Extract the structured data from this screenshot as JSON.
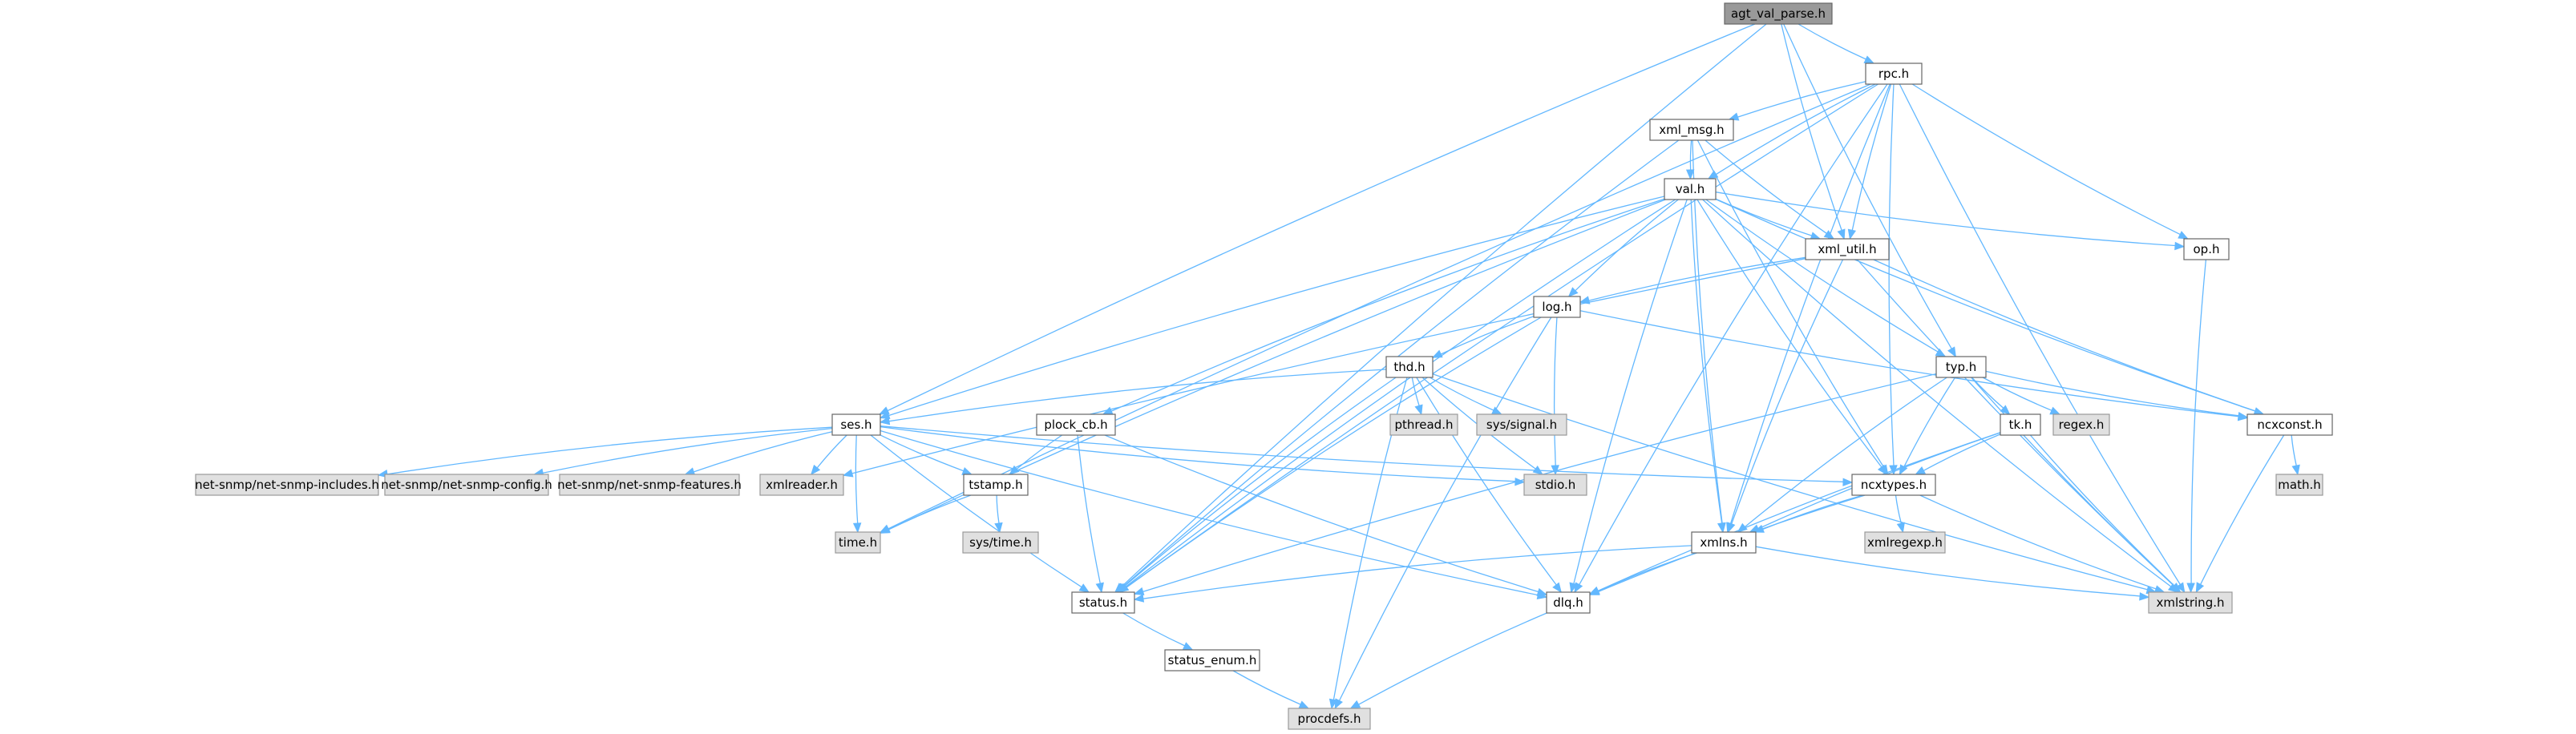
{
  "graph": {
    "nodes": [
      {
        "id": "agt_val_parse",
        "label": "agt_val_parse.h",
        "kind": "root"
      },
      {
        "id": "rpc",
        "label": "rpc.h",
        "kind": "local"
      },
      {
        "id": "xml_msg",
        "label": "xml_msg.h",
        "kind": "local"
      },
      {
        "id": "val",
        "label": "val.h",
        "kind": "local"
      },
      {
        "id": "xml_util",
        "label": "xml_util.h",
        "kind": "local"
      },
      {
        "id": "op",
        "label": "op.h",
        "kind": "local"
      },
      {
        "id": "log",
        "label": "log.h",
        "kind": "local"
      },
      {
        "id": "thd",
        "label": "thd.h",
        "kind": "local"
      },
      {
        "id": "typ",
        "label": "typ.h",
        "kind": "local"
      },
      {
        "id": "ses",
        "label": "ses.h",
        "kind": "local"
      },
      {
        "id": "plock_cb",
        "label": "plock_cb.h",
        "kind": "local"
      },
      {
        "id": "pthread",
        "label": "pthread.h",
        "kind": "ext"
      },
      {
        "id": "sys_signal",
        "label": "sys/signal.h",
        "kind": "ext"
      },
      {
        "id": "regex",
        "label": "regex.h",
        "kind": "ext"
      },
      {
        "id": "tk",
        "label": "tk.h",
        "kind": "local"
      },
      {
        "id": "ncxconst",
        "label": "ncxconst.h",
        "kind": "local"
      },
      {
        "id": "netsnmp_includes",
        "label": "net-snmp/net-snmp-includes.h",
        "kind": "ext"
      },
      {
        "id": "netsnmp_config",
        "label": "net-snmp/net-snmp-config.h",
        "kind": "ext"
      },
      {
        "id": "netsnmp_features",
        "label": "net-snmp/net-snmp-features.h",
        "kind": "ext"
      },
      {
        "id": "xmlreader",
        "label": "xmlreader.h",
        "kind": "ext"
      },
      {
        "id": "tstamp",
        "label": "tstamp.h",
        "kind": "local"
      },
      {
        "id": "stdio",
        "label": "stdio.h",
        "kind": "ext"
      },
      {
        "id": "ncxtypes",
        "label": "ncxtypes.h",
        "kind": "local"
      },
      {
        "id": "math",
        "label": "math.h",
        "kind": "ext"
      },
      {
        "id": "time",
        "label": "time.h",
        "kind": "ext"
      },
      {
        "id": "sys_time",
        "label": "sys/time.h",
        "kind": "ext"
      },
      {
        "id": "xmlns",
        "label": "xmlns.h",
        "kind": "local"
      },
      {
        "id": "xmlregexp",
        "label": "xmlregexp.h",
        "kind": "ext"
      },
      {
        "id": "status",
        "label": "status.h",
        "kind": "local"
      },
      {
        "id": "dlq",
        "label": "dlq.h",
        "kind": "local"
      },
      {
        "id": "xmlstring",
        "label": "xmlstring.h",
        "kind": "ext"
      },
      {
        "id": "status_enum",
        "label": "status_enum.h",
        "kind": "local"
      },
      {
        "id": "procdefs",
        "label": "procdefs.h",
        "kind": "ext"
      }
    ],
    "edges": [
      [
        "agt_val_parse",
        "rpc"
      ],
      [
        "agt_val_parse",
        "ses"
      ],
      [
        "agt_val_parse",
        "xml_util"
      ],
      [
        "agt_val_parse",
        "typ"
      ],
      [
        "agt_val_parse",
        "status"
      ],
      [
        "rpc",
        "xml_msg"
      ],
      [
        "rpc",
        "val"
      ],
      [
        "rpc",
        "xml_util"
      ],
      [
        "rpc",
        "op"
      ],
      [
        "rpc",
        "status"
      ],
      [
        "rpc",
        "time"
      ],
      [
        "rpc",
        "ncxtypes"
      ],
      [
        "rpc",
        "xmlns"
      ],
      [
        "rpc",
        "dlq"
      ],
      [
        "rpc",
        "xmlstring"
      ],
      [
        "xml_msg",
        "val"
      ],
      [
        "xml_msg",
        "xml_util"
      ],
      [
        "xml_msg",
        "ncxtypes"
      ],
      [
        "xml_msg",
        "xmlns"
      ],
      [
        "xml_msg",
        "status"
      ],
      [
        "val",
        "xml_util"
      ],
      [
        "val",
        "op"
      ],
      [
        "val",
        "log"
      ],
      [
        "val",
        "typ"
      ],
      [
        "val",
        "ses"
      ],
      [
        "val",
        "plock_cb"
      ],
      [
        "val",
        "ncxconst"
      ],
      [
        "val",
        "ncxtypes"
      ],
      [
        "val",
        "xmlns"
      ],
      [
        "val",
        "status"
      ],
      [
        "val",
        "dlq"
      ],
      [
        "val",
        "time"
      ],
      [
        "val",
        "xmlstring"
      ],
      [
        "xml_util",
        "log"
      ],
      [
        "xml_util",
        "ncxconst"
      ],
      [
        "xml_util",
        "xmlns"
      ],
      [
        "xml_util",
        "xmlreader"
      ],
      [
        "xml_util",
        "xmlstring"
      ],
      [
        "op",
        "xmlstring"
      ],
      [
        "log",
        "thd"
      ],
      [
        "log",
        "stdio"
      ],
      [
        "log",
        "status"
      ],
      [
        "log",
        "ncxconst"
      ],
      [
        "log",
        "procdefs"
      ],
      [
        "thd",
        "pthread"
      ],
      [
        "thd",
        "sys_signal"
      ],
      [
        "thd",
        "ses"
      ],
      [
        "thd",
        "stdio"
      ],
      [
        "thd",
        "status"
      ],
      [
        "thd",
        "dlq"
      ],
      [
        "thd",
        "procdefs"
      ],
      [
        "thd",
        "xmlstring"
      ],
      [
        "typ",
        "tk"
      ],
      [
        "typ",
        "regex"
      ],
      [
        "typ",
        "ncxconst"
      ],
      [
        "typ",
        "ncxtypes"
      ],
      [
        "typ",
        "xmlns"
      ],
      [
        "typ",
        "status"
      ],
      [
        "typ",
        "xmlstring"
      ],
      [
        "ses",
        "netsnmp_includes"
      ],
      [
        "ses",
        "netsnmp_config"
      ],
      [
        "ses",
        "netsnmp_features"
      ],
      [
        "ses",
        "xmlreader"
      ],
      [
        "ses",
        "tstamp"
      ],
      [
        "ses",
        "stdio"
      ],
      [
        "ses",
        "ncxtypes"
      ],
      [
        "ses",
        "time"
      ],
      [
        "ses",
        "status"
      ],
      [
        "ses",
        "dlq"
      ],
      [
        "plock_cb",
        "tstamp"
      ],
      [
        "plock_cb",
        "status"
      ],
      [
        "plock_cb",
        "dlq"
      ],
      [
        "tk",
        "ncxtypes"
      ],
      [
        "tk",
        "xmlns"
      ],
      [
        "tk",
        "dlq"
      ],
      [
        "tk",
        "xmlstring"
      ],
      [
        "ncxconst",
        "math"
      ],
      [
        "ncxconst",
        "xmlstring"
      ],
      [
        "tstamp",
        "time"
      ],
      [
        "tstamp",
        "sys_time"
      ],
      [
        "ncxtypes",
        "xmlregexp"
      ],
      [
        "ncxtypes",
        "xmlns"
      ],
      [
        "ncxtypes",
        "dlq"
      ],
      [
        "ncxtypes",
        "xmlstring"
      ],
      [
        "xmlns",
        "status"
      ],
      [
        "xmlns",
        "dlq"
      ],
      [
        "xmlns",
        "xmlstring"
      ],
      [
        "status",
        "status_enum"
      ],
      [
        "status_enum",
        "procdefs"
      ],
      [
        "dlq",
        "procdefs"
      ]
    ]
  }
}
